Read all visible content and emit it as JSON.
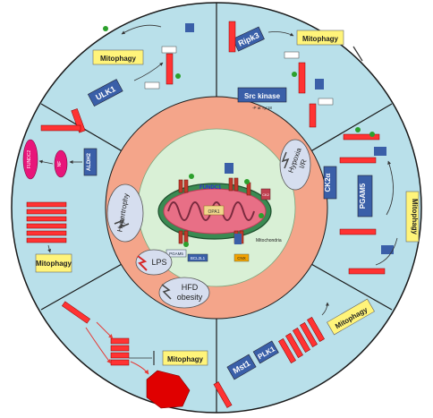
{
  "colors": {
    "outer_ring": "#b9e0ea",
    "orange_ring": "#f4a58a",
    "inner_disc": "#d9f0d6",
    "mito_outer": "#3a8a52",
    "mito_inner": "#e86f86",
    "fundc1_bar": "#ff3333",
    "mitophagy_box": "#fff47a",
    "blue_box": "#3a5fa8",
    "grey_oval": "#d6deef"
  },
  "labels": {
    "mitophagy": "Mitophagy",
    "ulk1": "ULK1",
    "ripk3": "Ripk3",
    "src_kinase": "Src kinase",
    "src_sub": "-P at Tyr18",
    "ck2a": "CK2α",
    "pgam5": "PGAM5",
    "mst1": "Mst1",
    "plk1": "PLK1",
    "aldh2": "ALDH2",
    "fundc2": "FUNDC2",
    "nf": "NF",
    "hypertrophy": "Hypertrophy",
    "lps": "LPS",
    "hfd_obesity_line1": "HFD",
    "hfd_obesity_line2": "obesity",
    "hypoxia_line1": "Hypoxia",
    "hypoxia_line2": "I/R",
    "fundc1": "FUNDC1",
    "opa1": "OPA1",
    "pgam5_center": "PGAM5",
    "bcl2l1": "BCL2L1",
    "cnx": "CNX",
    "mitochondria": "Mitochondria",
    "ck2": "CK2"
  }
}
